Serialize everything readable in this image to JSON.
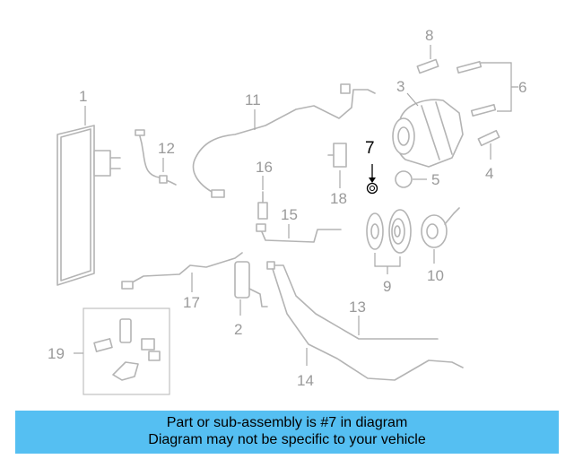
{
  "diagram": {
    "callouts": {
      "c1": "1",
      "c2": "2",
      "c3": "3",
      "c4": "4",
      "c5": "5",
      "c6": "6",
      "c7": "7",
      "c8": "8",
      "c9": "9",
      "c10": "10",
      "c11": "11",
      "c12": "12",
      "c13": "13",
      "c14": "14",
      "c15": "15",
      "c16": "16",
      "c17": "17",
      "c18": "18",
      "c19": "19"
    },
    "highlighted_part": "7",
    "highlight_color": "#000000",
    "line_color": "#b4b4b4"
  },
  "banner": {
    "line1": "Part or sub-assembly is #7 in diagram",
    "line2": "Diagram may not be specific to your vehicle",
    "background": "#55bff2"
  }
}
